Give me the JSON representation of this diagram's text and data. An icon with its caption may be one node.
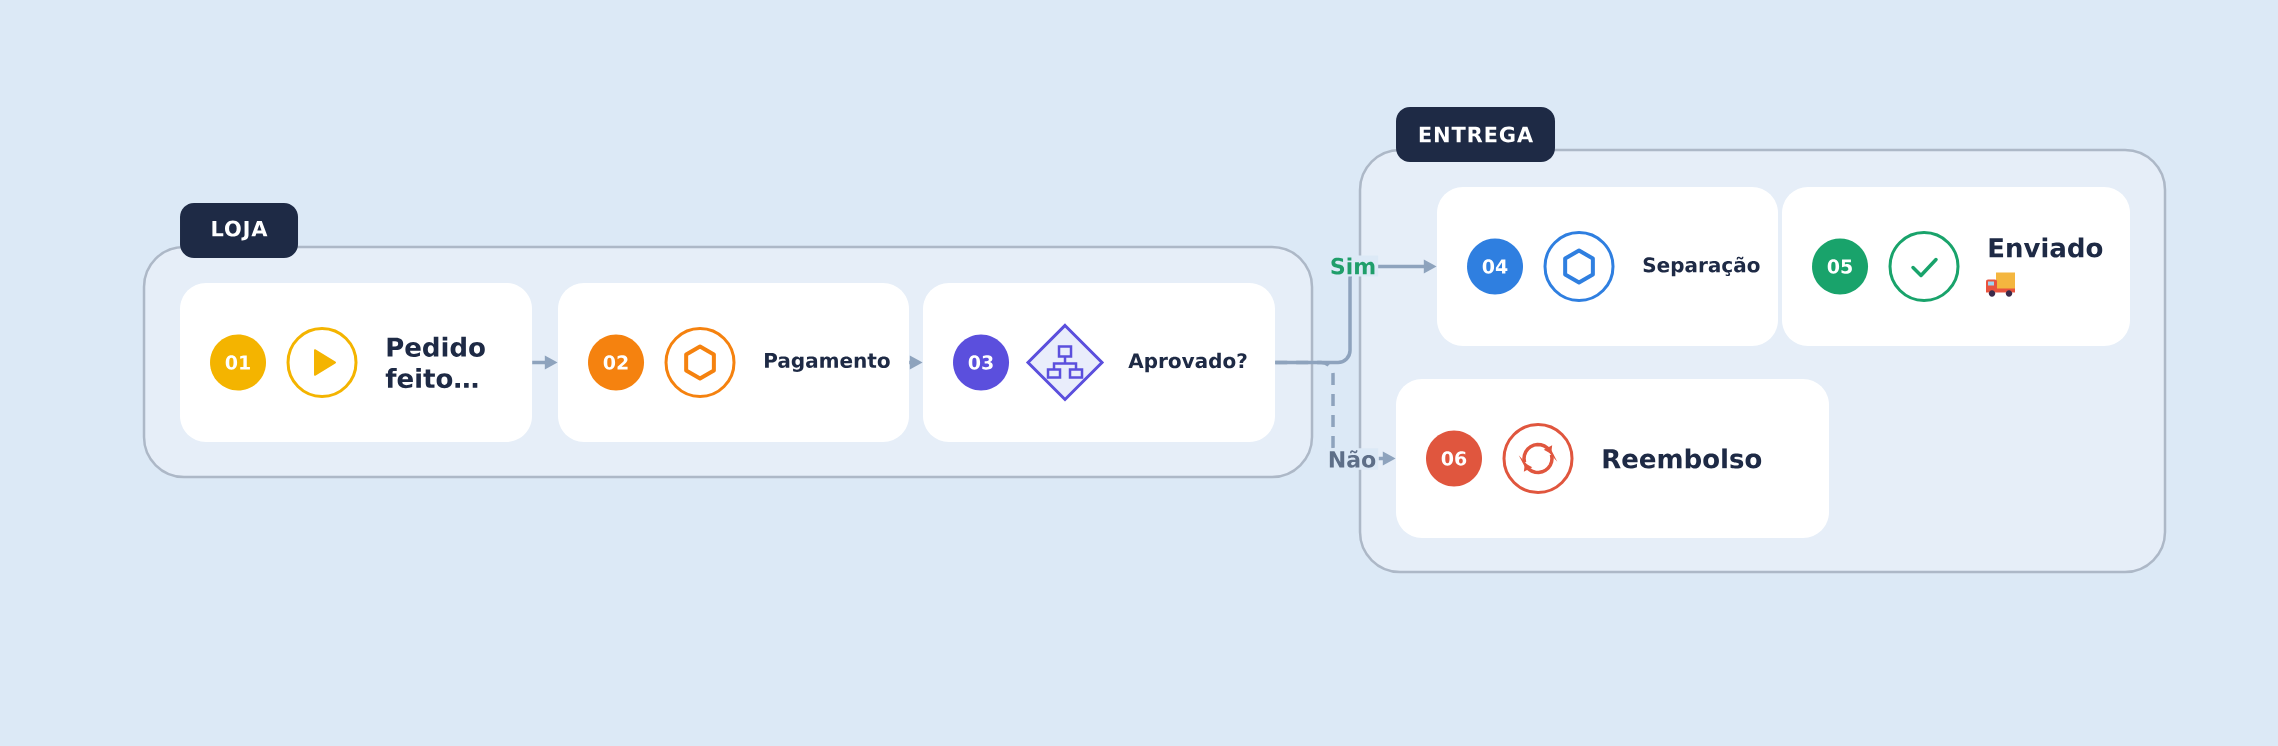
{
  "diagram": {
    "nodes": [
      {
        "text": [
          "LOJA"
        ]
      },
      {
        "text": [
          "01",
          "Pedido feito…"
        ],
        "in": 0
      },
      {
        "text": [
          "02",
          "Pagamento"
        ],
        "in": 0
      },
      {
        "text": [
          "03",
          "Aprovado?"
        ],
        "in": 0
      },
      {
        "text": [
          "ENTREGA"
        ]
      },
      {
        "text": [
          "04",
          "Separação"
        ],
        "in": 4
      },
      {
        "text": [
          "05",
          "Enviado"
        ],
        "in": 4
      },
      {
        "text": [
          "06",
          "Reembolso"
        ],
        "in": 4
      }
    ],
    "edges": [
      {
        "from": 1,
        "to": 2,
        "arrow": "to"
      },
      {
        "from": 2,
        "to": 3,
        "arrow": "to"
      },
      {
        "from": 3,
        "to": 5,
        "arrow": "to",
        "label": "Sim"
      },
      {
        "from": 3,
        "to": 7,
        "arrow": "to",
        "label": "Não",
        "style": "dashed"
      }
    ]
  }
}
